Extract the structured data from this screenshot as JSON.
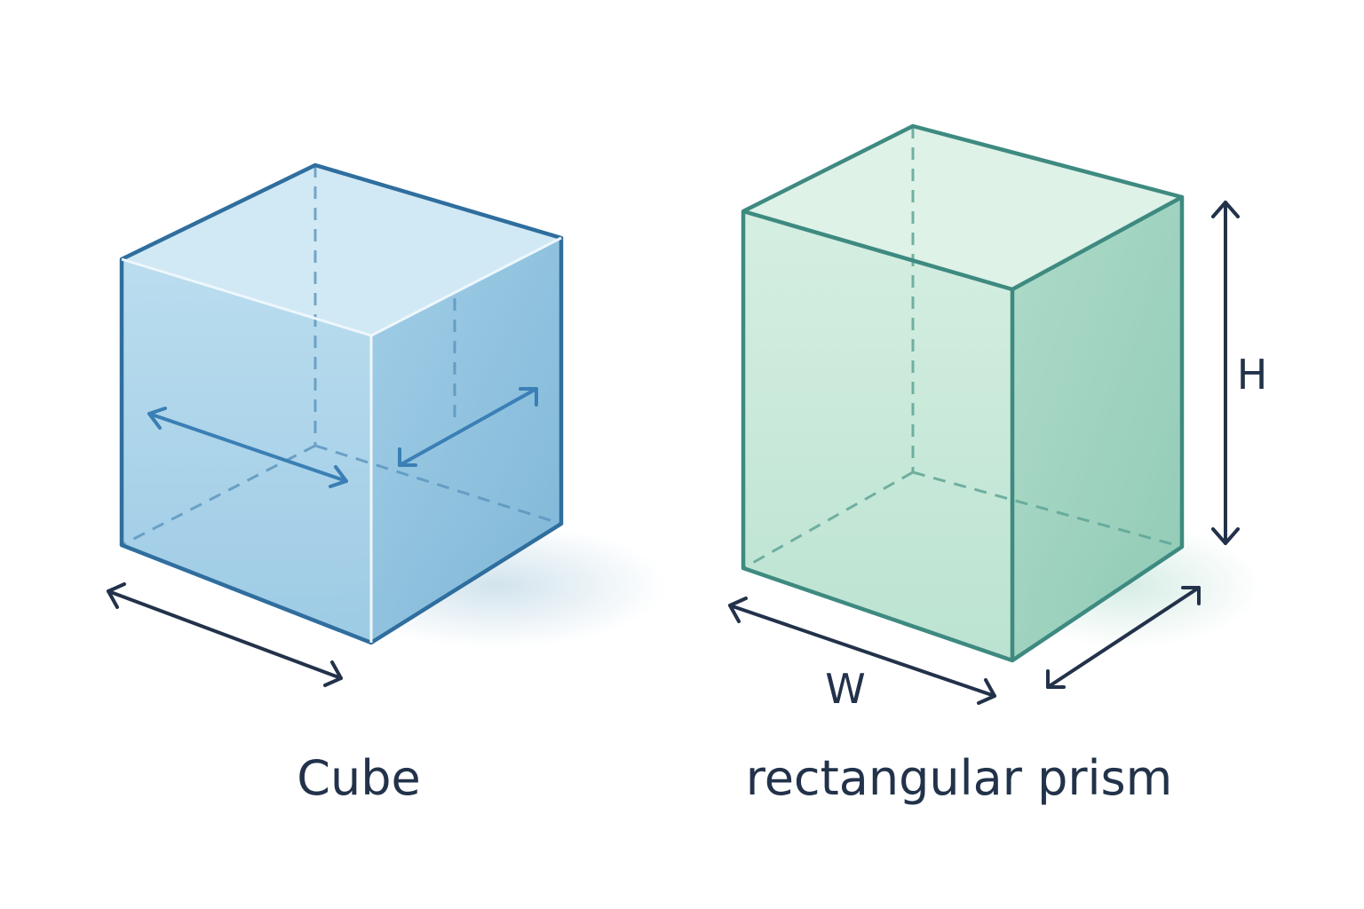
{
  "shapes": {
    "cube": {
      "caption": "Cube",
      "stroke_color": "#2f6e9e",
      "fill_light": "#cfe8f4",
      "fill_mid": "#a9d2e8",
      "fill_dark": "#86bcd9",
      "arrow_color": "#3a7fb5"
    },
    "prism": {
      "caption": "rectangular prism",
      "height_label": "H",
      "width_label": "W",
      "stroke_color": "#3e8a80",
      "fill_light": "#dcf1e6",
      "fill_mid": "#bfe4d4",
      "fill_dark": "#9fd2c0"
    }
  },
  "dimension_arrow_color": "#22324a"
}
